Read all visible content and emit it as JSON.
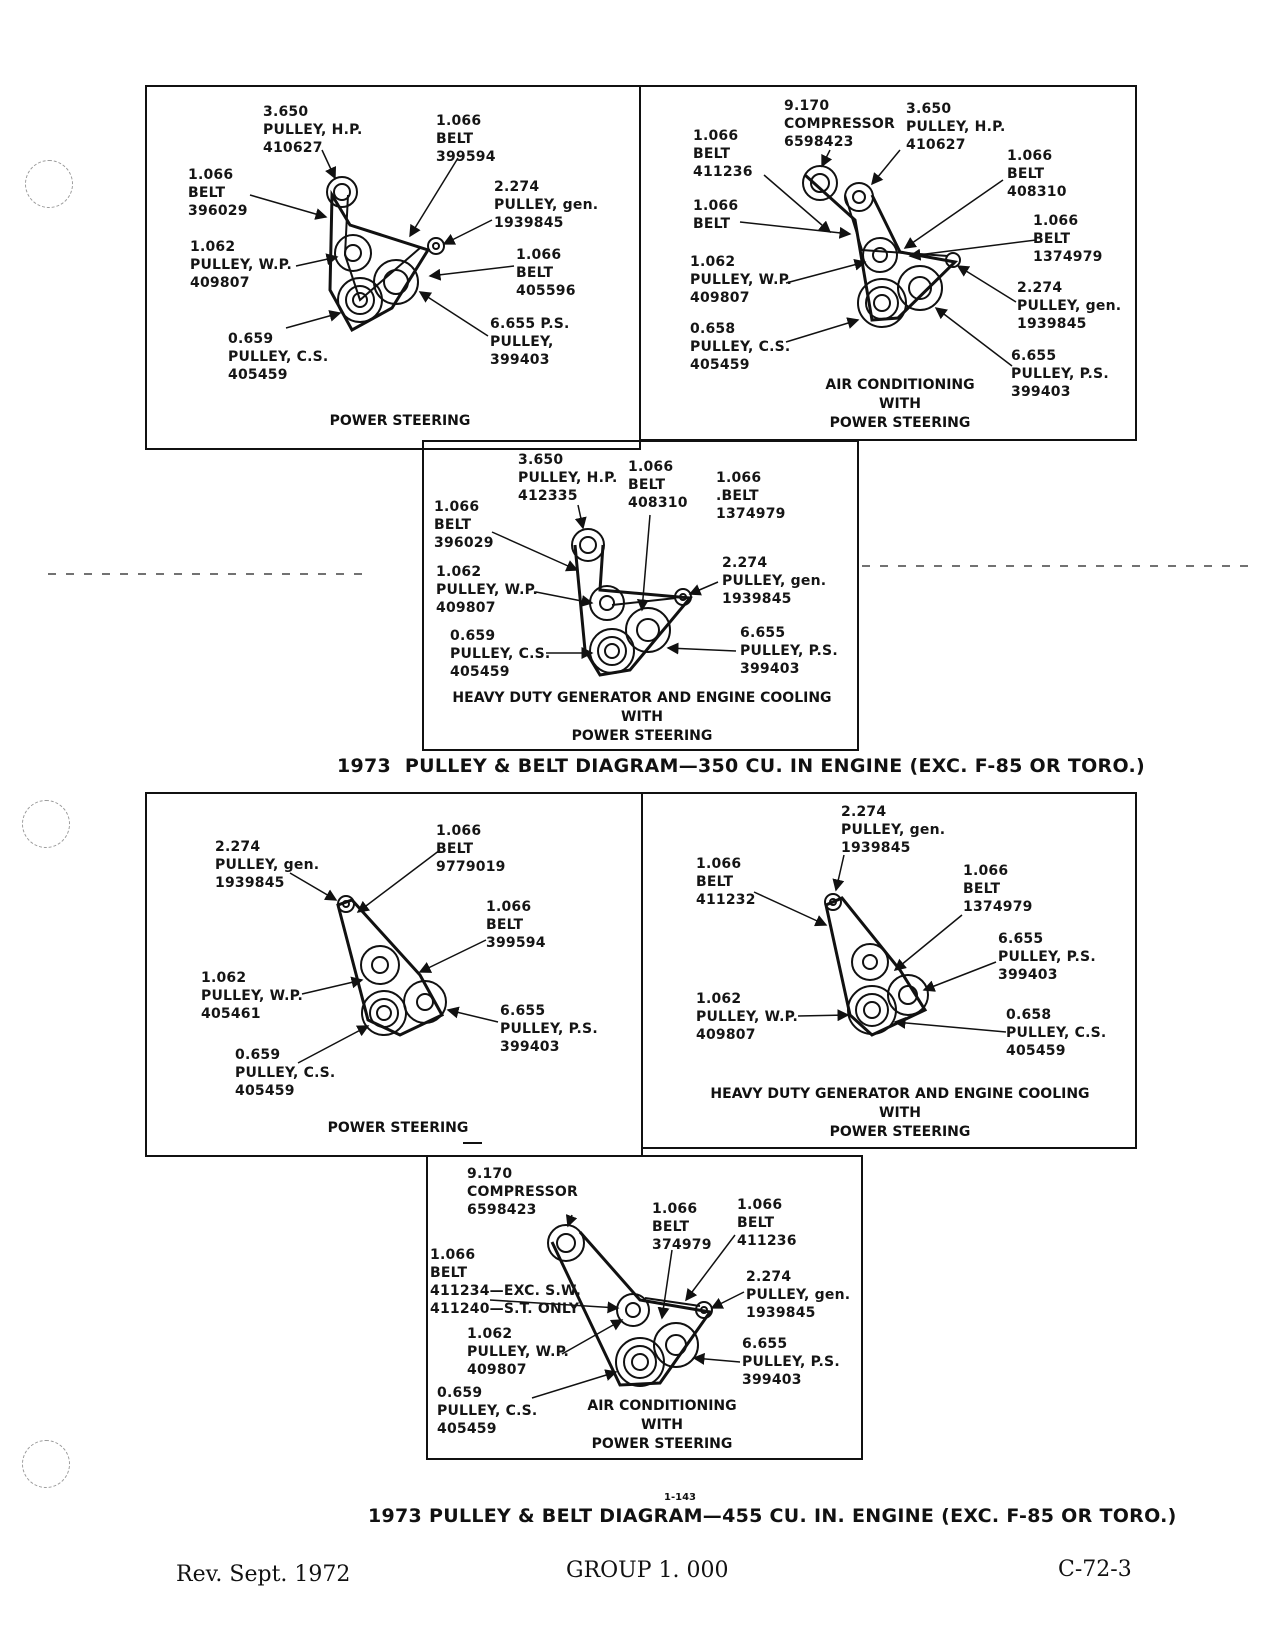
{
  "section_350": {
    "title": "1973  PULLEY & BELT DIAGRAM—350 CU. IN ENGINE (EXC. F-85 OR TORO.)",
    "ps": {
      "caption": "POWER STEERING",
      "labels": [
        "3.650\nPULLEY, H.P.\n410627",
        "1.066\nBELT\n399594",
        "1.066\nBELT\n396029",
        "2.274\nPULLEY, gen.\n1939845",
        "1.062\nPULLEY, W.P.\n409807",
        "1.066\nBELT\n405596",
        "0.659\nPULLEY, C.S.\n405459",
        "6.655 P.S.\nPULLEY,\n399403"
      ]
    },
    "ac_ps": {
      "caption": "AIR CONDITIONING\nWITH\nPOWER STEERING",
      "labels": [
        "9.170\nCOMPRESSOR\n6598423",
        "3.650\nPULLEY, H.P.\n410627",
        "1.066\nBELT\n411236",
        "1.066\nBELT\n408310",
        "1.066\nBELT",
        "1.066\nBELT\n1374979",
        "1.062\nPULLEY, W.P.\n409807",
        "2.274\nPULLEY, gen.\n1939845",
        "0.658\nPULLEY, C.S.\n405459",
        "6.655\nPULLEY, P.S.\n399403"
      ]
    },
    "hd_ps": {
      "caption": "HEAVY DUTY GENERATOR AND ENGINE COOLING\nWITH\nPOWER STEERING",
      "labels": [
        "3.650\nPULLEY, H.P.\n412335",
        "1.066\nBELT\n408310",
        "1.066\n.BELT\n1374979",
        "1.066\nBELT\n396029",
        "2.274\nPULLEY, gen.\n1939845",
        "1.062\nPULLEY, W.P.\n409807",
        "0.659\nPULLEY, C.S.\n405459",
        "6.655\nPULLEY, P.S.\n399403"
      ]
    }
  },
  "section_455": {
    "title": "1973 PULLEY & BELT DIAGRAM—455 CU. IN. ENGINE (EXC. F-85 OR TORO.)",
    "ps": {
      "caption": "POWER STEERING",
      "labels": [
        "1.066\nBELT\n9779019",
        "2.274\nPULLEY, gen.\n1939845",
        "1.066\nBELT\n399594",
        "1.062\nPULLEY, W.P.\n405461",
        "6.655\nPULLEY, P.S.\n399403",
        "0.659\nPULLEY, C.S.\n405459"
      ]
    },
    "hd_ps": {
      "caption": "HEAVY DUTY GENERATOR AND ENGINE COOLING\nWITH\nPOWER STEERING",
      "labels": [
        "2.274\nPULLEY, gen.\n1939845",
        "1.066\nBELT\n411232",
        "1.066\nBELT\n1374979",
        "6.655\nPULLEY, P.S.\n399403",
        "1.062\nPULLEY, W.P.\n409807",
        "0.658\nPULLEY, C.S.\n405459"
      ]
    },
    "ac_ps": {
      "caption": "AIR CONDITIONING\nWITH\nPOWER STEERING",
      "labels": [
        "9.170\nCOMPRESSOR\n6598423",
        "1.066\nBELT\n374979",
        "1.066\nBELT\n411236",
        "1.066\nBELT\n411234—EXC. S.W.\n411240—S.T. ONLY",
        "2.274\nPULLEY, gen.\n1939845",
        "1.062\nPULLEY, W.P.\n409807",
        "6.655\nPULLEY, P.S.\n399403",
        "0.659\nPULLEY, C.S.\n405459"
      ]
    }
  },
  "page_number": "1-143",
  "footer": {
    "revision": "Rev. Sept. 1972",
    "group": "GROUP 1. 000",
    "code": "C-72-3"
  }
}
